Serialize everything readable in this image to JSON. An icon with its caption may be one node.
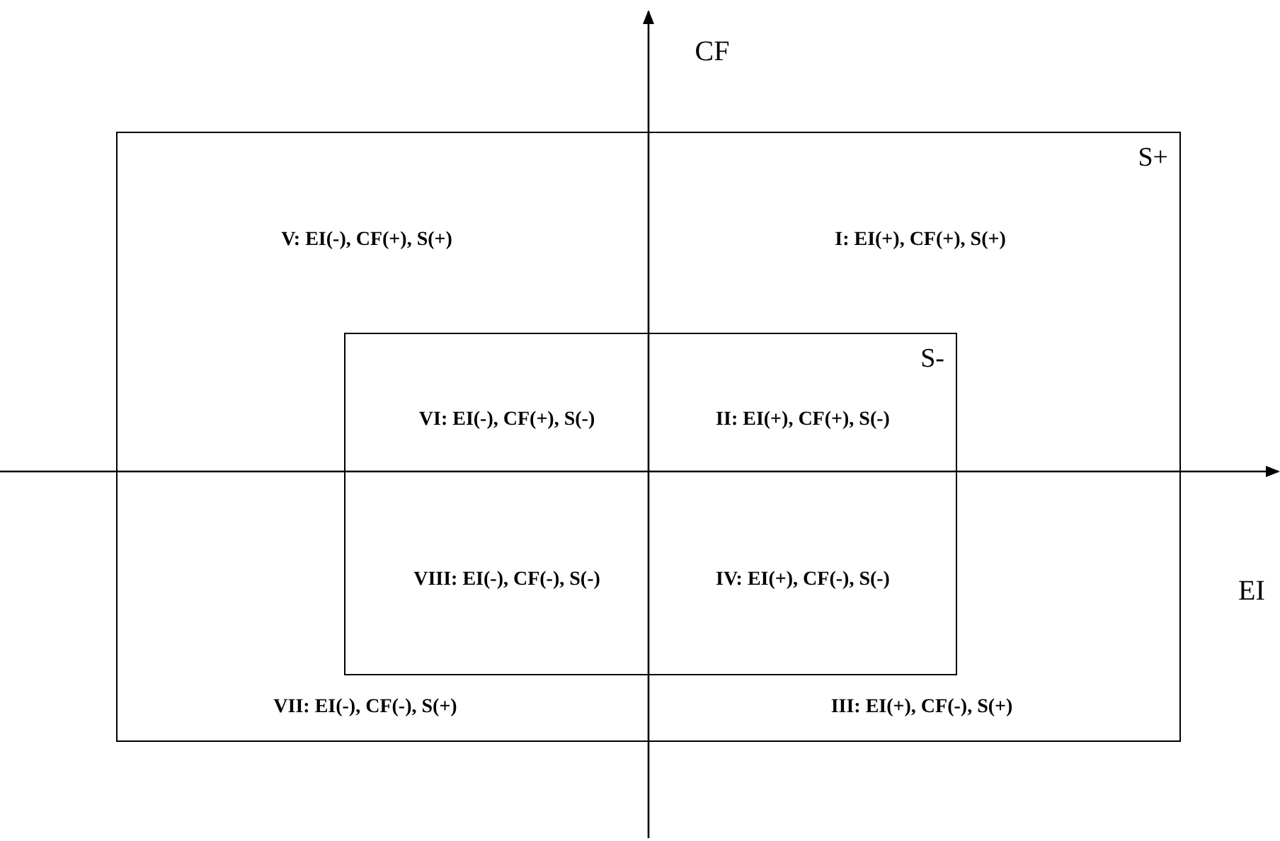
{
  "diagram": {
    "nodes": [
      {
        "text": [
          "S+"
        ]
      },
      {
        "text": [
          "S-"
        ],
        "in": 0
      }
    ],
    "edges": [],
    "labels": [
      "CF",
      "V: EI(-), CF(+), S(+)",
      "I: EI(+), CF(+), S(+)",
      "VI: EI(-), CF(+), S(-)",
      "II: EI(+), CF(+), S(-)",
      "VIII: EI(-), CF(-), S(-)",
      "IV: EI(+), CF(-), S(-)",
      "EI",
      "VII: EI(-), CF(-), S(+)",
      "III: EI(+), CF(-), S(+)"
    ]
  }
}
